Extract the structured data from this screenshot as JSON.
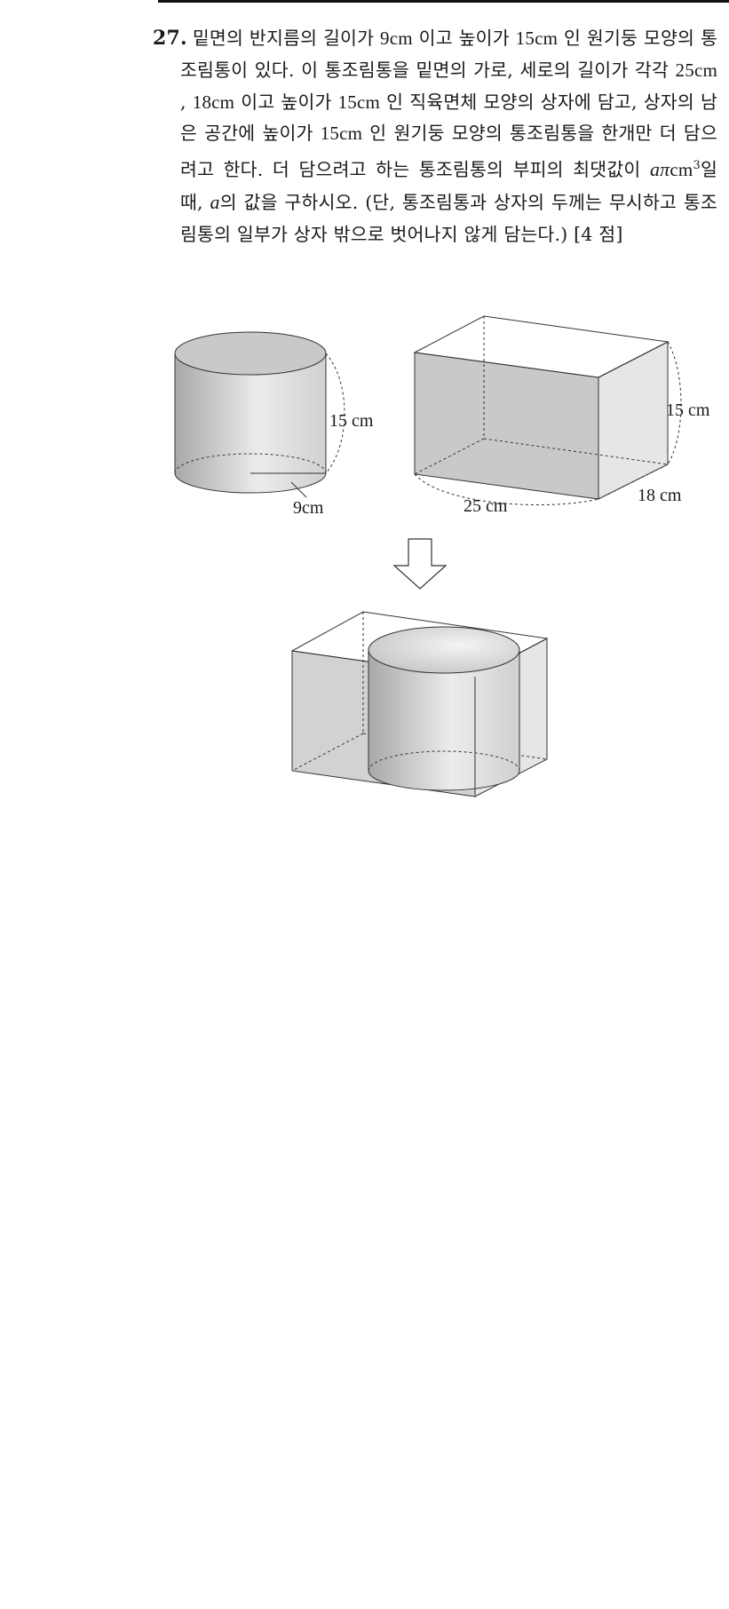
{
  "problem": {
    "number": "27.",
    "text_1": "밑면의 반지름의 길이가 ",
    "v_radius": "9",
    "u_cm": "cm",
    "text_2": " 이고 높이가 ",
    "v_height": "15",
    "text_3": " 인 원기둥 모양의 통조림통이 있다. 이 통조림통을 밑면의 가로, 세로의 길이가 각각 ",
    "v_width": "25",
    "text_4": " , ",
    "v_depth": "18",
    "text_5": " 이고 높이가 ",
    "text_6": " 인 직육면체 모양의 상자에 담고, 상자의 남은 공간에 높이가 ",
    "text_7": " 인 원기둥 모양의 통조림통을 한개만 더 담으려고 한다. 더 담으려고 하는 통조림통의 부피의 최댓값이 ",
    "var_a": "a",
    "pi": "π",
    "exp": "3",
    "text_8": "일 때, ",
    "text_9": "의 값을 구하시오.",
    "note": "(단, 통조림통과 상자의 두께는 무시하고 통조림통의 일부가 상자 밖으로 벗어나지 않게 담는다.)",
    "points": "[4 점]"
  },
  "figure": {
    "cylinder_height_label": "15 cm",
    "cylinder_radius_label": "9cm",
    "box_height_label": "15 cm",
    "box_width_label": "25 cm",
    "box_depth_label": "18 cm",
    "colors": {
      "line": "#333333",
      "face": "#c8c8c8",
      "face_light": "#e6e6e6",
      "arrow": "#333333"
    }
  }
}
